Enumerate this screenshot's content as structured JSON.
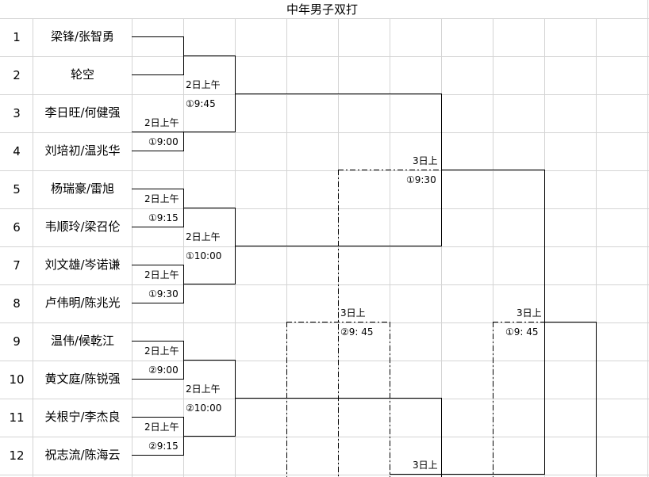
{
  "sheet": {
    "title": "中年男子双打",
    "rows": [
      {
        "num": "1",
        "name": "梁锋/张智勇"
      },
      {
        "num": "2",
        "name": "轮空"
      },
      {
        "num": "3",
        "name": "李日旺/何健强"
      },
      {
        "num": "4",
        "name": "刘培初/温兆华"
      },
      {
        "num": "5",
        "name": "杨瑞豪/雷旭"
      },
      {
        "num": "6",
        "name": "韦顺玲/梁召伦"
      },
      {
        "num": "7",
        "name": "刘文雄/岑诺谦"
      },
      {
        "num": "8",
        "name": "卢伟明/陈兆光"
      },
      {
        "num": "9",
        "name": "温伟/候乾江"
      },
      {
        "num": "10",
        "name": "黄文庭/陈锐强"
      },
      {
        "num": "11",
        "name": "关根宁/李杰良"
      },
      {
        "num": "12",
        "name": "祝志流/陈海云"
      }
    ],
    "matches": {
      "m34_day": "2日上午",
      "m34_time": "①9:00",
      "m56_day": "2日上午",
      "m56_time": "①9:15",
      "m78_day": "2日上午",
      "m78_time": "①9:30",
      "m910_day": "2日上午",
      "m910_time": "②9:00",
      "m1112_day": "2日上午",
      "m1112_time": "②9:15",
      "r2a_day": "2日上午",
      "r2a_time": "①9:45",
      "r2b_day": "2日上午",
      "r2b_time": "①10:00",
      "r2c_day": "2日上午",
      "r2c_time": "②10:00",
      "r3a_day": "3日上",
      "r3a_time": "①9:30",
      "r3b_day": "3日上",
      "r3b_time": "②9: 45",
      "r3c_day": "3日上",
      "r3c_time": "①9: 45",
      "r3d_day": "3日上"
    }
  }
}
